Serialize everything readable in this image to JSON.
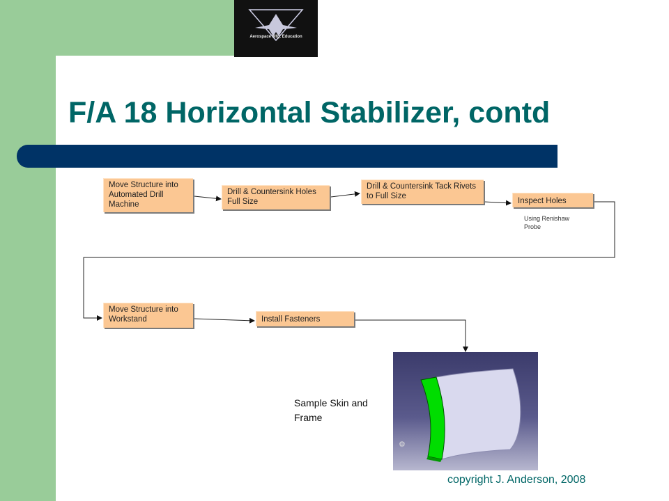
{
  "slide": {
    "title": "F/A 18 Horizontal Stabilizer, contd",
    "logo_text": "Aerospace Mfg. Education",
    "copyright": "copyright J. Anderson, 2008",
    "caption": "Sample Skin and Frame"
  },
  "flowchart": {
    "steps": [
      {
        "label": "Move Structure into Automated Drill Machine"
      },
      {
        "label": "Drill & Countersink Holes Full Size"
      },
      {
        "label": "Drill & Countersink Tack Rivets to Full Size"
      },
      {
        "label": "Inspect Holes"
      },
      {
        "label": "Move Structure into Workstand"
      },
      {
        "label": "Install Fasteners"
      }
    ],
    "note": "Using Renishaw Probe"
  },
  "colors": {
    "accent_green": "#99cc99",
    "title_teal": "#006666",
    "bar_navy": "#003366",
    "box_fill": "#fbc793",
    "part_green": "#00dd00"
  }
}
